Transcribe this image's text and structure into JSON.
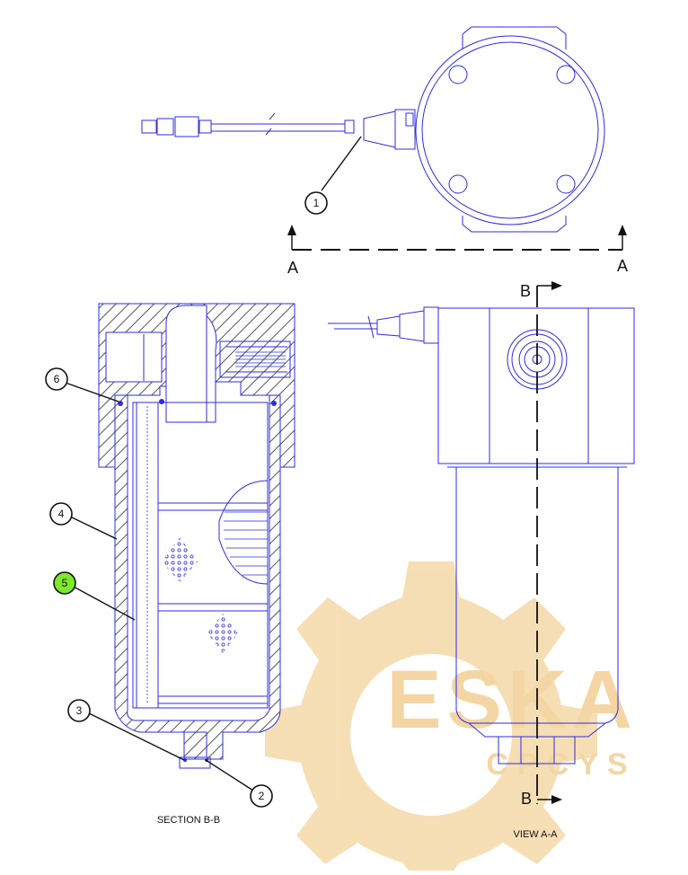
{
  "callouts": [
    {
      "id": "1",
      "label": "1",
      "highlight": false
    },
    {
      "id": "2",
      "label": "2",
      "highlight": false
    },
    {
      "id": "3",
      "label": "3",
      "highlight": false
    },
    {
      "id": "4",
      "label": "4",
      "highlight": false
    },
    {
      "id": "5",
      "label": "5",
      "highlight": true
    },
    {
      "id": "6",
      "label": "6",
      "highlight": false
    }
  ],
  "section_markers": {
    "a_left": "A",
    "a_right": "A",
    "b_top": "B",
    "b_bottom": "B"
  },
  "captions": {
    "section": "SECTION B-B",
    "view": "VIEW A-A"
  },
  "watermark": {
    "text": "ESKA",
    "subtext": "CPCYS",
    "color": "#f5d9a8"
  },
  "colors": {
    "line": "#2c2ce0",
    "ink": "#111111",
    "highlight": "#7ee82c"
  }
}
